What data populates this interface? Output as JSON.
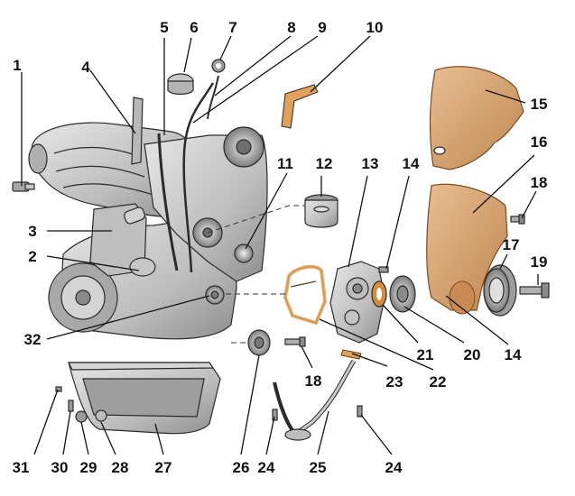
{
  "callouts": [
    {
      "id": "c1",
      "text": "1"
    },
    {
      "id": "c2",
      "text": "2"
    },
    {
      "id": "c3",
      "text": "3"
    },
    {
      "id": "c4",
      "text": "4"
    },
    {
      "id": "c5",
      "text": "5"
    },
    {
      "id": "c6",
      "text": "6"
    },
    {
      "id": "c7",
      "text": "7"
    },
    {
      "id": "c8",
      "text": "8"
    },
    {
      "id": "c9",
      "text": "9"
    },
    {
      "id": "c10",
      "text": "10"
    },
    {
      "id": "c11",
      "text": "11"
    },
    {
      "id": "c12",
      "text": "12"
    },
    {
      "id": "c13",
      "text": "13"
    },
    {
      "id": "c14a",
      "text": "14"
    },
    {
      "id": "c14b",
      "text": "14"
    },
    {
      "id": "c15",
      "text": "15"
    },
    {
      "id": "c16",
      "text": "16"
    },
    {
      "id": "c17",
      "text": "17"
    },
    {
      "id": "c18a",
      "text": "18"
    },
    {
      "id": "c18b",
      "text": "18"
    },
    {
      "id": "c19",
      "text": "19"
    },
    {
      "id": "c20",
      "text": "20"
    },
    {
      "id": "c21",
      "text": "21"
    },
    {
      "id": "c22",
      "text": "22"
    },
    {
      "id": "c23",
      "text": "23"
    },
    {
      "id": "c24a",
      "text": "24"
    },
    {
      "id": "c24b",
      "text": "24"
    },
    {
      "id": "c25",
      "text": "25"
    },
    {
      "id": "c26",
      "text": "26"
    },
    {
      "id": "c27",
      "text": "27"
    },
    {
      "id": "c28",
      "text": "28"
    },
    {
      "id": "c29",
      "text": "29"
    },
    {
      "id": "c30",
      "text": "30"
    },
    {
      "id": "c31",
      "text": "31"
    },
    {
      "id": "c32",
      "text": "32"
    }
  ],
  "colors": {
    "engine_metal": "#c9c9c9",
    "engine_shade": "#9a9a9a",
    "cover_tan": "#d9a677",
    "cover_tan_dark": "#b7814f",
    "gasket_orange": "#e0a15a",
    "line": "#111111"
  }
}
